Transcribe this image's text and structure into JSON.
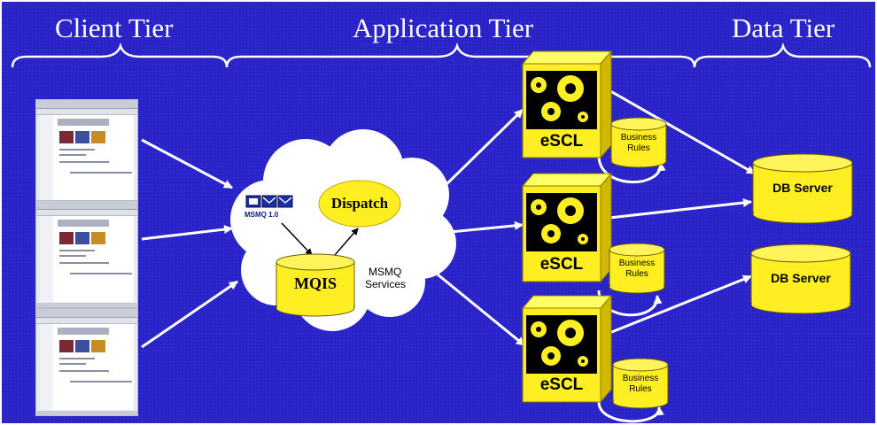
{
  "tiers": {
    "client": "Client Tier",
    "application": "Application Tier",
    "data": "Data Tier"
  },
  "msmq": {
    "badge_label": "MSMQ 1.0",
    "dispatch_label": "Dispatch",
    "mqis_label": "MQIS",
    "services_label_line1": "MSMQ",
    "services_label_line2": "Services"
  },
  "escl_nodes": [
    {
      "label": "eSCL",
      "rules_line1": "Business",
      "rules_line2": "Rules"
    },
    {
      "label": "eSCL",
      "rules_line1": "Business",
      "rules_line2": "Rules"
    },
    {
      "label": "eSCL",
      "rules_line1": "Business",
      "rules_line2": "Rules"
    }
  ],
  "db_servers": [
    {
      "label": "DB Server"
    },
    {
      "label": "DB Server"
    }
  ],
  "colors": {
    "background": "#2a24c8",
    "accent_yellow": "#ffff33",
    "cylinder_yellow": "#ffee22",
    "line_white": "#ffffff",
    "cloud_white": "#ffffff"
  },
  "icons": {
    "client_screens": [
      "browser-screenshot-icon",
      "browser-screenshot-icon",
      "browser-screenshot-icon"
    ],
    "escl": "gears-icon",
    "msmq": "envelope-icon"
  }
}
